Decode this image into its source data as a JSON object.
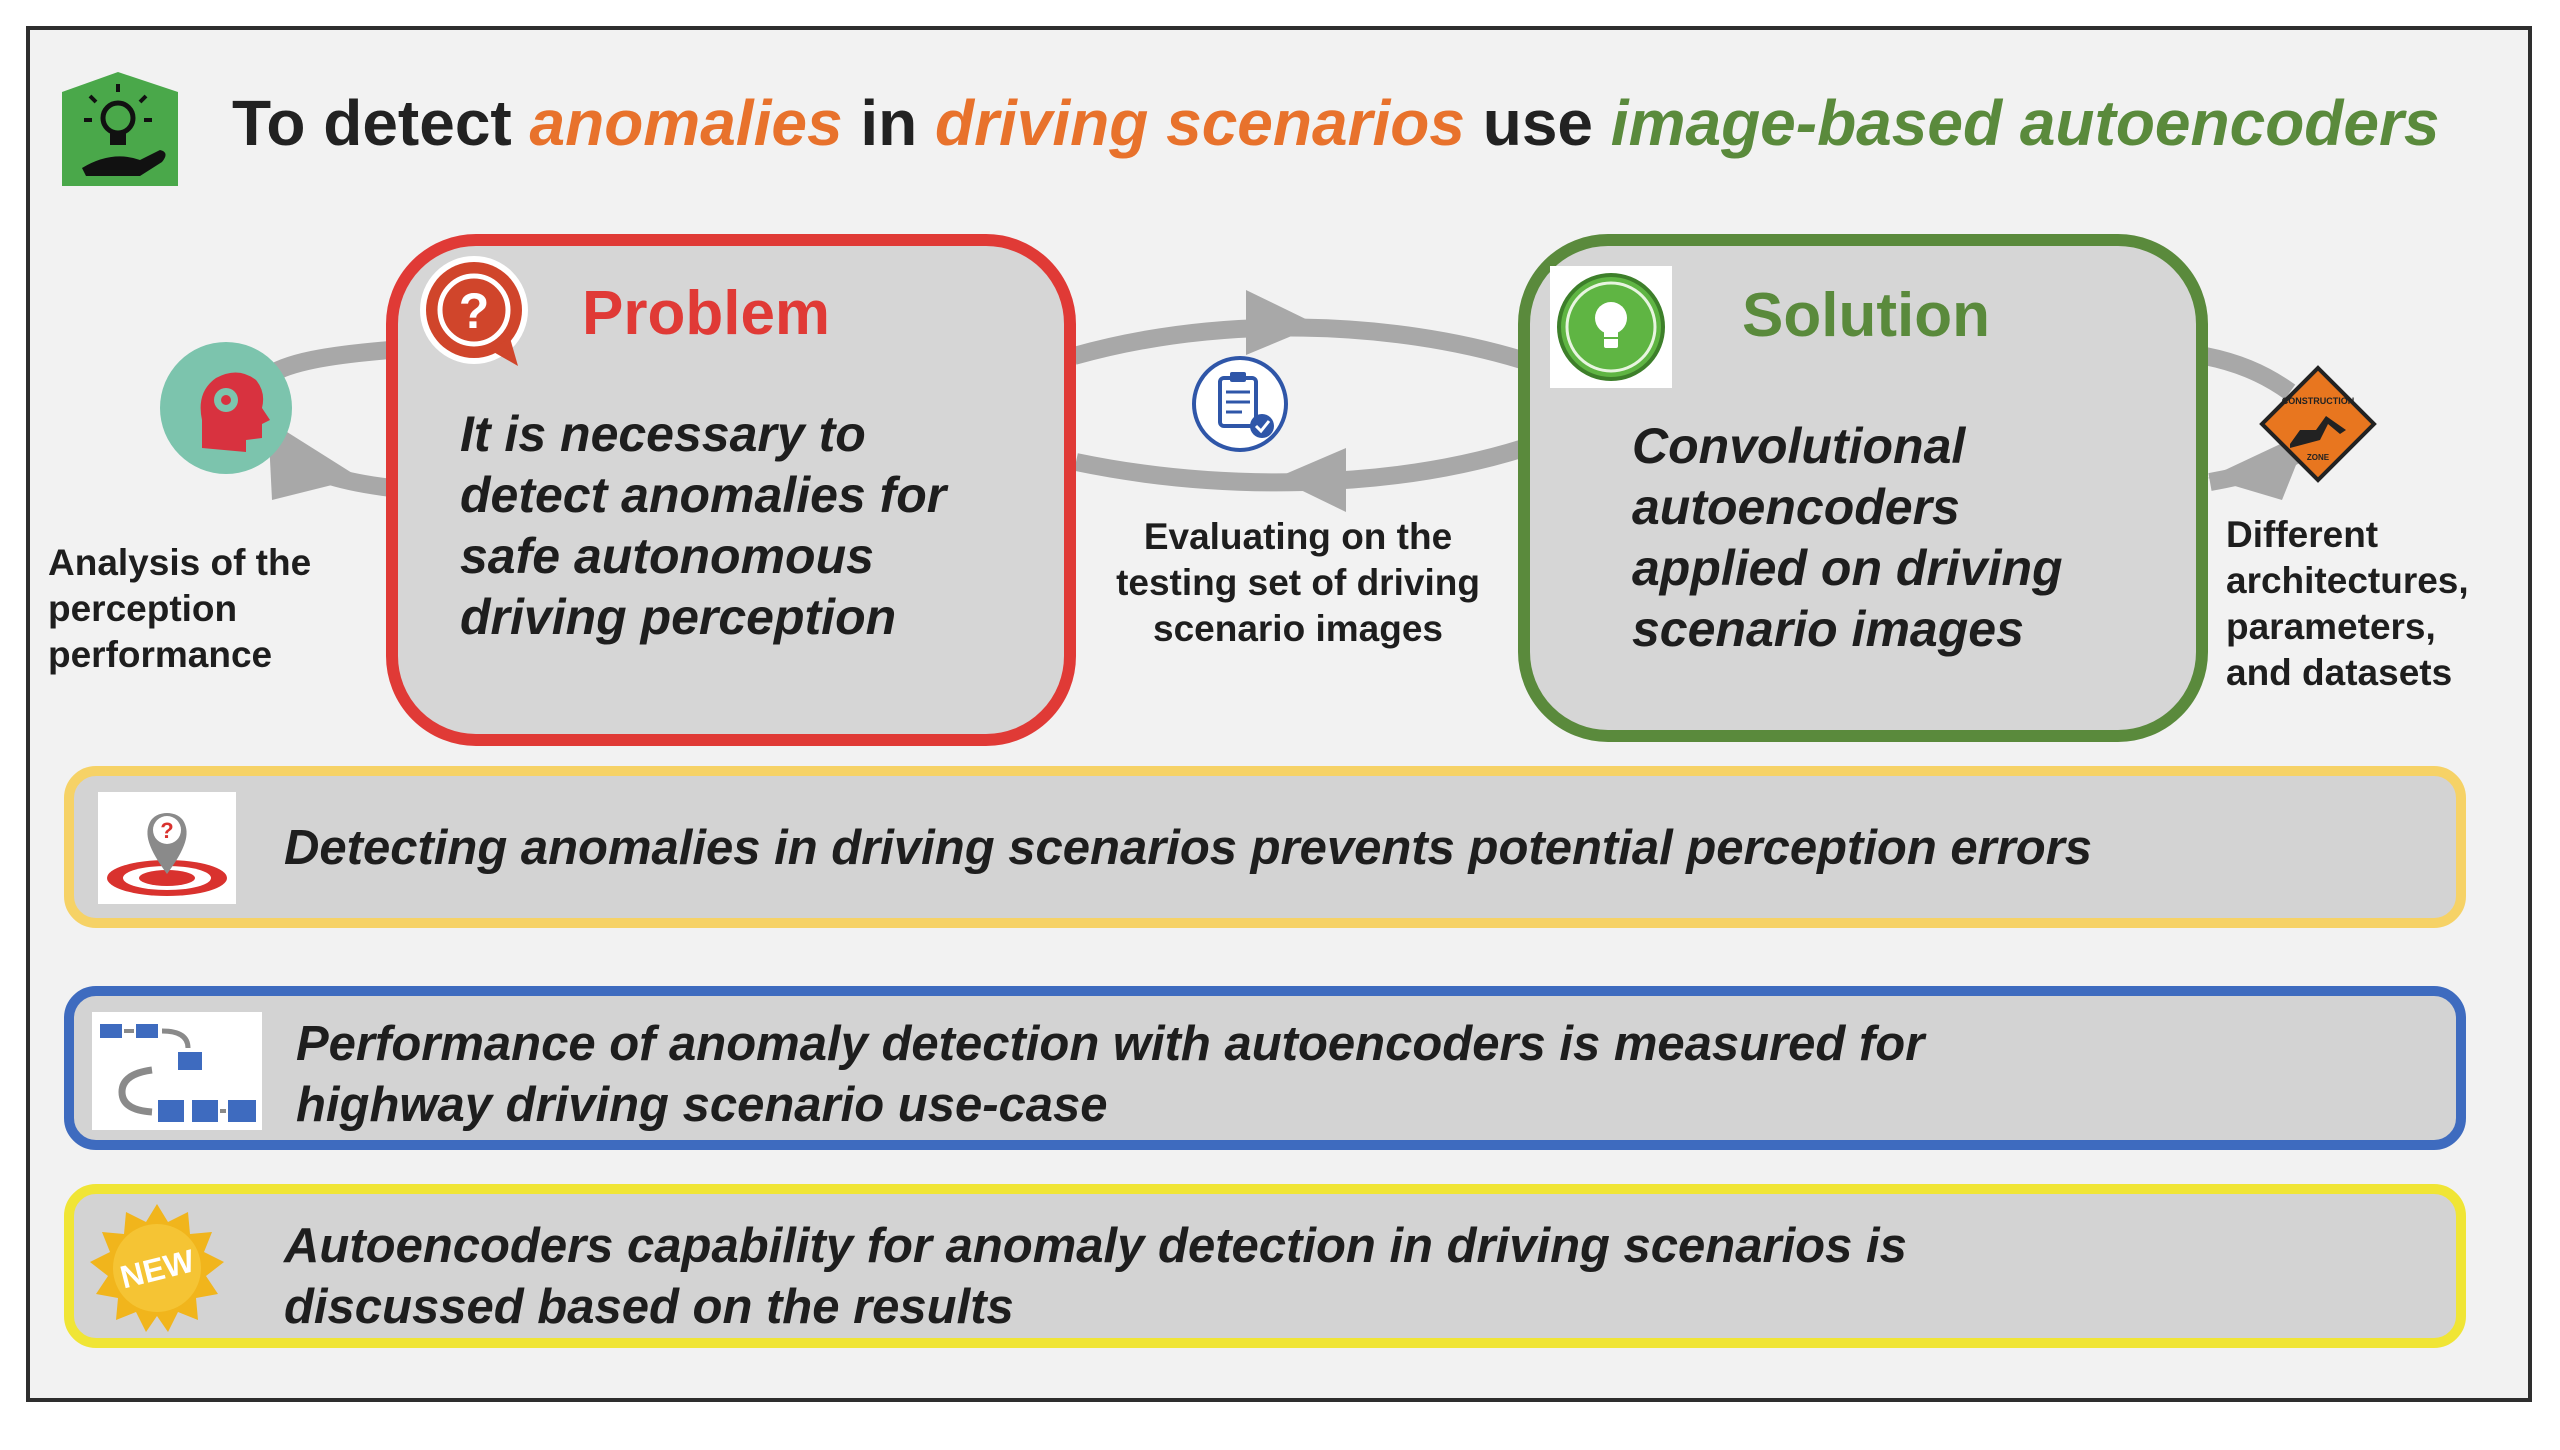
{
  "header": {
    "title_parts": [
      {
        "text": "To detect ",
        "color": "#222222"
      },
      {
        "text": "anomalies",
        "color": "#e8722c"
      },
      {
        "text": " in ",
        "color": "#222222"
      },
      {
        "text": "driving scenarios",
        "color": "#e8722c"
      },
      {
        "text": " use ",
        "color": "#222222"
      },
      {
        "text": "image-based autoencoders",
        "color": "#5a8a3c"
      }
    ],
    "icon": "lightbulb-hand-icon"
  },
  "problem": {
    "heading": "Problem",
    "lines": [
      "It is necessary  to",
      "detect anomalies for",
      "safe autonomous",
      "driving perception"
    ],
    "icon": "question-bubble-icon",
    "color": "#e03a36"
  },
  "solution": {
    "heading": "Solution",
    "lines": [
      "Convolutional",
      "autoencoders",
      "applied on driving",
      "scenario images"
    ],
    "icon": "lightbulb-icon",
    "color": "#5a8a3c"
  },
  "captions": {
    "left": [
      "Analysis of the",
      "perception",
      "performance"
    ],
    "middle": [
      "Evaluating on the",
      "testing set of driving",
      "scenario images"
    ],
    "right": [
      "Different",
      "architectures,",
      "parameters,",
      "and datasets"
    ]
  },
  "side_icons": {
    "left": "head-gears-icon",
    "middle": "clipboard-check-icon",
    "right": "construction-sign-icon"
  },
  "construction_sign": {
    "top": "CONSTRUCTION",
    "bottom": "ZONE"
  },
  "bands": [
    {
      "lines": [
        "Detecting anomalies in driving scenarios prevents potential perception errors"
      ],
      "border": "#f6d266",
      "icon": "target-pin-icon"
    },
    {
      "lines": [
        "Performance of anomaly detection with autoencoders is measured for",
        "highway driving scenario use-case"
      ],
      "border": "#3e6bbf",
      "icon": "flowchart-icon"
    },
    {
      "lines": [
        "Autoencoders capability for anomaly detection in driving scenarios is",
        "discussed based on the results"
      ],
      "border": "#f0e535",
      "icon": "new-badge-icon",
      "badge": "NEW"
    }
  ]
}
